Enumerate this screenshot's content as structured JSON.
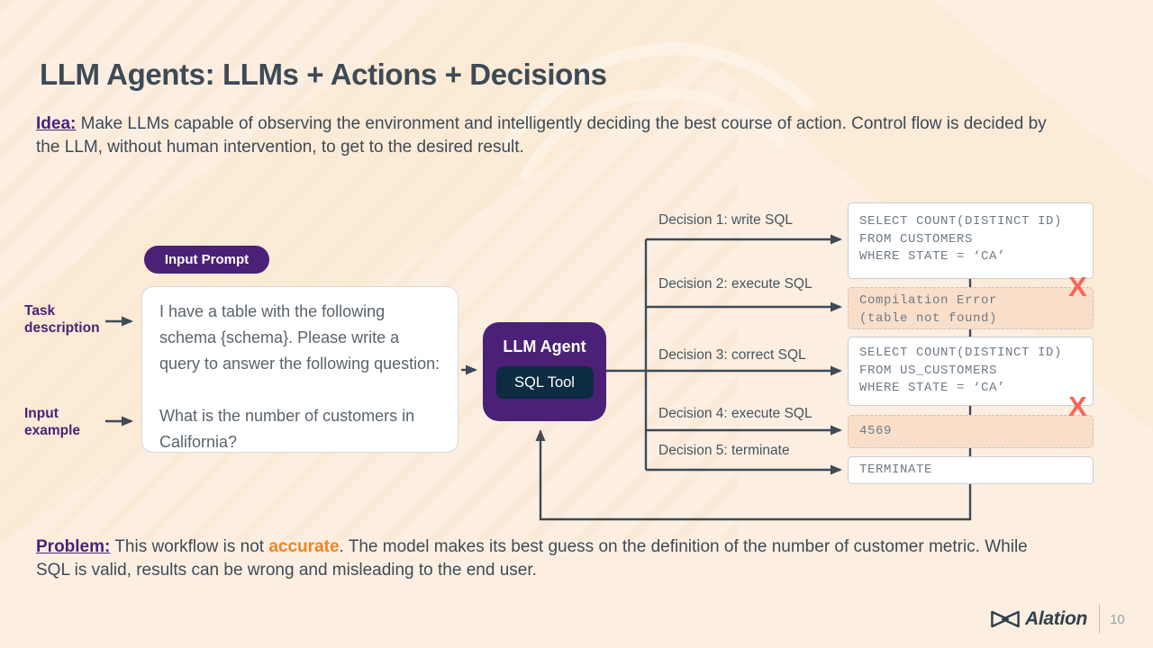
{
  "slide": {
    "title": "LLM Agents: LLMs + Actions + Decisions",
    "brand": "Alation",
    "page_number": "10"
  },
  "idea": {
    "label": "Idea:",
    "text": " Make LLMs capable of observing the environment and intelligently deciding the best course of action. Control flow is decided by the LLM, without human intervention, to get to the desired result."
  },
  "problem": {
    "label": "Problem:",
    "pre": " This workflow is not ",
    "highlight": "accurate",
    "post": ". The model makes its best guess on the definition of the number of customer metric. While SQL is valid, results can be wrong and misleading to the end user."
  },
  "diagram": {
    "input_prompt_badge": "Input Prompt",
    "annotations": [
      {
        "label": "Task\ndescription"
      },
      {
        "label": "Input\nexample"
      }
    ],
    "prompt_box": {
      "paragraph1": "I have a table with the following schema {schema}. Please write a query to answer the following question:",
      "paragraph2": "What is the number of customers in California?"
    },
    "agent": {
      "title": "LLM Agent",
      "tool": "SQL Tool"
    },
    "decisions": [
      {
        "label": "Decision 1: write SQL"
      },
      {
        "label": "Decision 2: execute SQL"
      },
      {
        "label": "Decision 3: correct SQL"
      },
      {
        "label": "Decision 4: execute SQL"
      },
      {
        "label": "Decision 5: terminate"
      }
    ],
    "outputs": [
      {
        "type": "sql",
        "text": "SELECT COUNT(DISTINCT ID)\nFROM CUSTOMERS\nWHERE STATE = ‘CA’"
      },
      {
        "type": "error",
        "text": "Compilation Error\n(table not found)",
        "mark": "X"
      },
      {
        "type": "sql",
        "text": "SELECT COUNT(DISTINCT ID)\nFROM US_CUSTOMERS\nWHERE STATE = ‘CA’"
      },
      {
        "type": "result",
        "text": "4569",
        "mark": "X"
      },
      {
        "type": "final",
        "text": "TERMINATE"
      }
    ]
  },
  "colors": {
    "purple": "#4a2176",
    "navy": "#0d2b41",
    "slate": "#3d4a57",
    "orange": "#f58220",
    "error_red": "#f7655c",
    "peach_box": "#f9dfca",
    "background": "#fcefe1"
  }
}
